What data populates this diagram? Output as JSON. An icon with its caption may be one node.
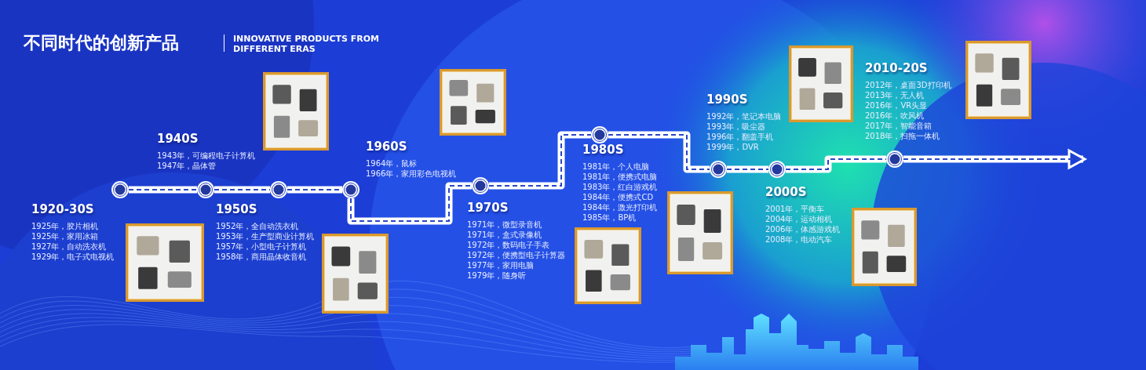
{
  "diagram": {
    "title": "不同时代的创新产品",
    "nodes": [
      {
        "text": [],
        "shape": "circle"
      },
      {
        "text": [],
        "shape": "circle"
      },
      {
        "text": [],
        "shape": "circle"
      },
      {
        "text": [],
        "shape": "circle"
      },
      {
        "text": [],
        "shape": "circle"
      },
      {
        "text": [],
        "shape": "circle"
      },
      {
        "text": [],
        "shape": "circle"
      },
      {
        "text": [],
        "shape": "circle"
      },
      {
        "text": [],
        "shape": "circle"
      },
      {
        "text": [
          "1920-30S",
          "1925年，胶片相机",
          "1925年，家用冰箱",
          "1927年，自动洗衣机",
          "1929年，电子式电视机"
        ]
      },
      {
        "text": [
          "1940S",
          "1943年，可编程电子计算机",
          "1947年，晶体管"
        ]
      },
      {
        "text": [
          "1950S",
          "1952年，全自动洗衣机",
          "1953年，生产型商业计算机",
          "1957年，小型电子计算机",
          "1958年，商用晶体收音机"
        ]
      },
      {
        "text": [
          "1960S",
          "1964年，鼠标",
          "1966年，家用彩色电视机"
        ]
      },
      {
        "text": [
          "1970S",
          "1971年，微型录音机",
          "1971年，盒式录像机",
          "1972年，数码电子手表",
          "1972年，便携型电子计算器",
          "1977年，家用电脑",
          "1979年，随身听"
        ]
      },
      {
        "text": [
          "1980S",
          "1981年，个人电脑",
          "1981年，便携式电脑",
          "1983年，红白游戏机",
          "1984年，便携式CD",
          "1984年，激光打印机",
          "1985年，BP机"
        ]
      },
      {
        "text": [
          "1990S",
          "1992年，笔记本电脑",
          "1993年，吸尘器",
          "1996年，翻盖手机",
          "1999年，DVR"
        ]
      },
      {
        "text": [
          "2000S",
          "2001年，平衡车",
          "2004年，运动相机",
          "2006年，体感游戏机",
          "2008年，电动汽车"
        ]
      },
      {
        "text": [
          "2010-20S",
          "2012年，桌面3D打印机",
          "2013年，无人机",
          "2016年，VR头显",
          "2016年，吹风机",
          "2017年，智能音箱",
          "2018年，扫拖一体机"
        ]
      },
      {
        "text": [],
        "shape": "picture"
      },
      {
        "text": [],
        "shape": "picture"
      },
      {
        "text": [],
        "shape": "picture"
      },
      {
        "text": [],
        "shape": "picture"
      },
      {
        "text": [],
        "shape": "picture"
      },
      {
        "text": [],
        "shape": "picture"
      },
      {
        "text": [],
        "shape": "picture"
      },
      {
        "text": [],
        "shape": "picture"
      },
      {
        "text": [],
        "shape": "picture"
      }
    ],
    "edges": [
      {
        "from": 0,
        "to": 1,
        "arrow": "none"
      },
      {
        "from": 1,
        "to": 2,
        "arrow": "none"
      },
      {
        "from": 2,
        "to": 3,
        "arrow": "none"
      },
      {
        "from": 3,
        "to": 4,
        "arrow": "none"
      },
      {
        "from": 4,
        "to": 5,
        "arrow": "none"
      },
      {
        "from": 5,
        "to": 6,
        "arrow": "none"
      },
      {
        "from": 6,
        "to": 7,
        "arrow": "none"
      },
      {
        "from": 7,
        "to": 8,
        "arrow": "none"
      },
      {
        "from": 8,
        "to": null,
        "arrow": "to"
      }
    ],
    "labels": [
      "INNOVATIVE PRODUCTS FROM DIFFERENT ERAS"
    ]
  }
}
